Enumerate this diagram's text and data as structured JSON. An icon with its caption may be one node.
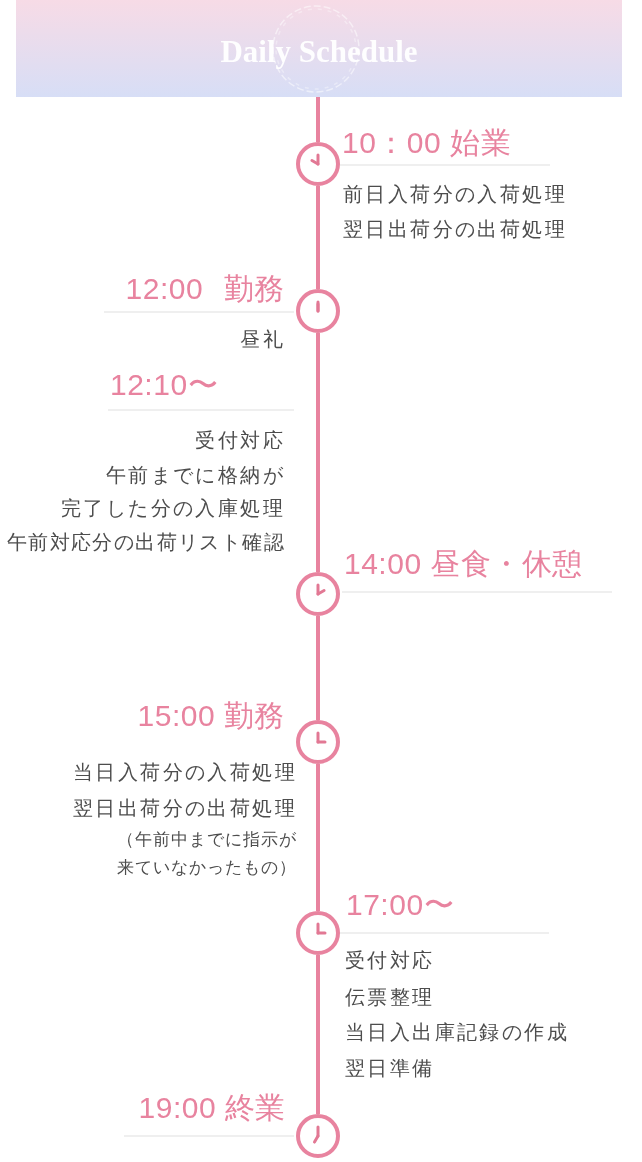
{
  "diagram": {
    "nodes": [
      {
        "text": [
          "Daily Schedule"
        ]
      },
      {
        "text": [],
        "shape": "clock",
        "beside": [
          "10：00 始業",
          "前日入荷分の入荷処理",
          "翌日出荷分の出荷処理"
        ]
      },
      {
        "text": [],
        "shape": "clock",
        "beside": [
          "12:00 勤務",
          "昼礼"
        ]
      },
      {
        "text": [],
        "shape": "clock",
        "beside": [
          "14:00 昼食・休憩"
        ]
      },
      {
        "text": [],
        "shape": "clock",
        "beside": [
          "15:00 勤務",
          "当日入荷分の入荷処理",
          "翌日出荷分の出荷処理",
          "（午前中までに指示が来ていなかったもの）"
        ]
      },
      {
        "text": [],
        "shape": "clock",
        "beside": [
          "17:00〜",
          "受付対応",
          "伝票整理",
          "当日入出庫記録の作成",
          "翌日準備"
        ]
      },
      {
        "text": [],
        "shape": "clock",
        "beside": [
          "19:00 終業"
        ]
      }
    ],
    "edges": [
      {
        "from": 0,
        "to": 1,
        "arrow": "none"
      },
      {
        "from": 1,
        "to": 2,
        "arrow": "none"
      },
      {
        "from": 2,
        "to": 3,
        "arrow": "none"
      },
      {
        "from": 3,
        "to": 4,
        "arrow": "none"
      },
      {
        "from": 4,
        "to": 5,
        "arrow": "none"
      },
      {
        "from": 5,
        "to": 6,
        "arrow": "none"
      }
    ],
    "labels": [
      "12:10〜",
      "受付対応",
      "午前までに格納が",
      "完了した分の入庫処理",
      "午前対応分の出荷リスト確認"
    ]
  }
}
